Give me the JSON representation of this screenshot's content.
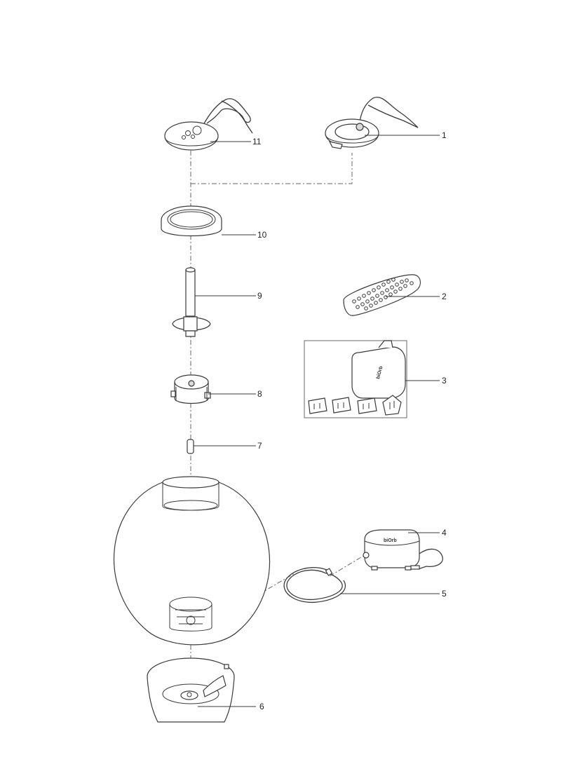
{
  "diagram": {
    "callouts": [
      {
        "id": "callout-1",
        "label": "1"
      },
      {
        "id": "callout-2",
        "label": "2"
      },
      {
        "id": "callout-3",
        "label": "3"
      },
      {
        "id": "callout-4",
        "label": "4"
      },
      {
        "id": "callout-5",
        "label": "5"
      },
      {
        "id": "callout-6",
        "label": "6"
      },
      {
        "id": "callout-7",
        "label": "7"
      },
      {
        "id": "callout-8",
        "label": "8"
      },
      {
        "id": "callout-9",
        "label": "9"
      },
      {
        "id": "callout-10",
        "label": "10"
      },
      {
        "id": "callout-11",
        "label": "11"
      }
    ],
    "brand_mark": "biOrb"
  }
}
